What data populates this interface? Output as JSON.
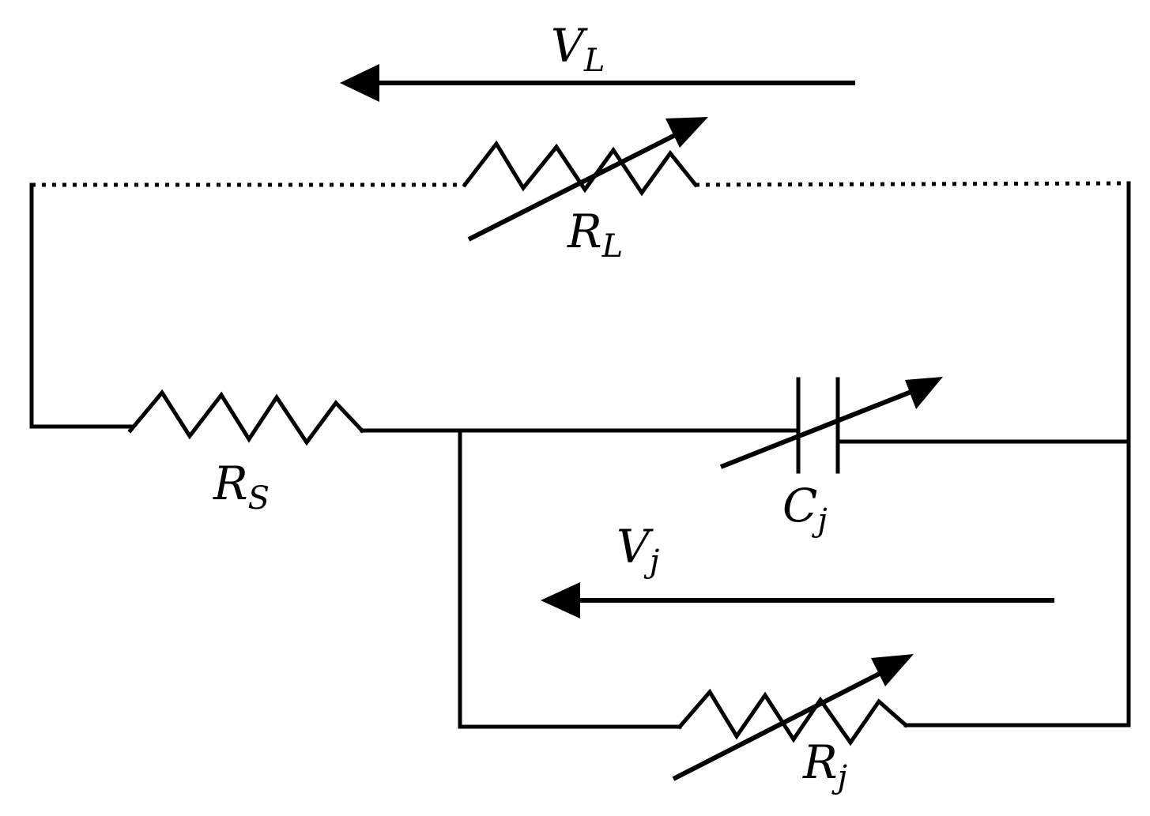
{
  "labels": {
    "v_load": {
      "main": "V",
      "sub": "L"
    },
    "r_load": {
      "main": "R",
      "sub": "L"
    },
    "r_series": {
      "main": "R",
      "sub": "S"
    },
    "c_junction": {
      "main": "C",
      "sub": "j"
    },
    "v_junction": {
      "main": "V",
      "sub": "j"
    },
    "r_junction": {
      "main": "R",
      "sub": "j"
    }
  },
  "colors": {
    "stroke": "#000000",
    "background": "#ffffff"
  }
}
